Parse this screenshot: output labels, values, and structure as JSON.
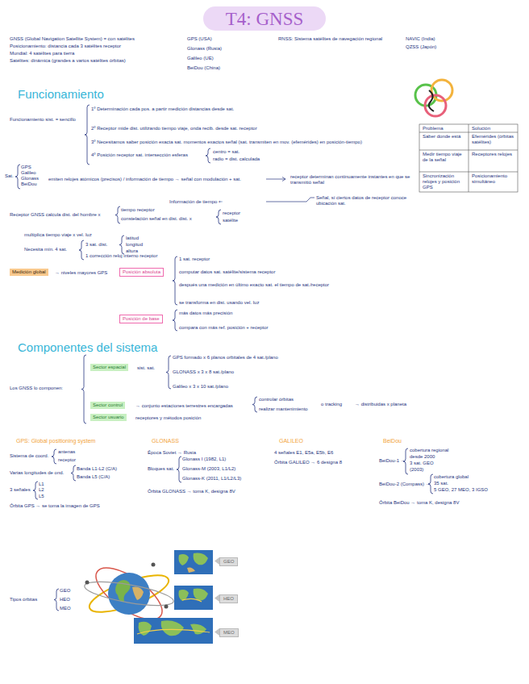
{
  "diagram": {
    "title": "T4: GNSS",
    "nodes": [
      {
        "text": [
          "Medición global"
        ]
      },
      {
        "text": [
          "Posición absoluta"
        ]
      },
      {
        "text": [
          "Posición de base"
        ]
      },
      {
        "text": [
          "Sector espacial"
        ]
      },
      {
        "text": [
          "Sector control"
        ]
      },
      {
        "text": [
          "Sector usuario"
        ]
      },
      {
        "text": [
          "GEO"
        ]
      },
      {
        "text": [
          "HEO"
        ]
      },
      {
        "text": [
          "MEO"
        ]
      }
    ],
    "labels": [
      "GNSS (Global Navigation Satellite System) = con satélites",
      "Posicionamiento: distancia cada 3 satélites receptor",
      "Mundial: 4 satélites para tierra",
      "Satélites: dinámica (grandes a varios satélites órbitas)",
      "GPS (USA)",
      "Glonass (Rusia)",
      "Galileo (UE)",
      "BeiDou (China)",
      "RNSS: Sistema satélites de navegación regional",
      "NAVIC (India)",
      "QZSS (Japón)",
      "Funcionamiento",
      "Funcionamiento sist. = sencillo",
      "1º Determinación cada pos. a partir medición distancias desde sat.",
      "2º Receptor mide dist. utilizando tiempo viaje, onda recib. desde sat. receptor",
      "3º Necesitamos saber posición exacta sat. momentos exactos señal (sat. transmiten en mov. (efemérides) en posición-tiempo)",
      "4º Posición receptor sat. intersección esferas",
      "centro = sat.",
      "radio = dist. calculada",
      "Problema",
      "Solución",
      "Saber donde está",
      "Efemérides (órbitas satélites)",
      "Medir tiempo viaje de la señal",
      "Receptores relojes",
      "Sincronización relojes y posición GPS",
      "Posicionamiento simultáneo",
      "Sat.",
      "GPS",
      "Galileo",
      "Glonass",
      "BeiDou",
      "emiten relojes atómicos (precisos) / información de tiempo → señal con modulación + sat.",
      "receptor determinan continuamente instantes en que se transmitió señal",
      "Información de tiempo ⇐",
      "Señal, sí ciertos datos de receptor conoce ubicación sat.",
      "Receptor GNSS calcula dist. del hombre x",
      "tiempo receptor",
      "constelación señal en dist. dist. x",
      "receptor",
      "satélite",
      "multiplica tiempo viaje x vel. luz",
      "Necesita mín. 4 sat.",
      "3 sat. dist.",
      "latitud",
      "longitud",
      "altura",
      "1 corrección reloj interno receptor",
      "→ niveles mayores GPS",
      "1 sat. receptor",
      "computar datos sat. satélite/sistema receptor",
      "después una medición en último exacto sat. el tiempo de sat./receptor",
      "se transforma en dist. usando vel. luz",
      "más datos más precisión",
      "compara con más ref. posición + receptor",
      "Componentes del sistema",
      "Los GNSS lo componen:",
      "sist. sat.",
      "GPS formado x 6 planos orbitales de 4 sat./plano",
      "GLONASS x 3 x 8 sat./plano",
      "Galileo x 3 x 10 sat./plano",
      "→ conjunto estaciones terrestres encargadas",
      "controlar órbitas",
      "realizar mantenimiento",
      "o tracking",
      "→ distribuidas x planeta",
      "receptores y métodos posición",
      "GPS: Global positioning system",
      "GLONASS",
      "GALILEO",
      "BeiDou",
      "Sistema de coord.",
      "antenas",
      "receptor",
      "Varias longitudes de ond.",
      "Banda L1-L2 (C/A)",
      "Banda L5 (C/A)",
      "3 señales",
      "L1",
      "L2",
      "L5",
      "Órbita GPS → se toma la imagen de GPS",
      "Época Soviet → Rusia",
      "Bloques sat.",
      "Glonass I (1982, L1)",
      "Glonass-M (2003, L1/L2)",
      "Glonass-K (2011, L1/L2/L3)",
      "Órbita GLONASS → toma K, designa 8V",
      "4 señales E1, E5a, E5b, E6",
      "Órbita GALILEO → 6 designa 8",
      "BeiDou-1 →",
      "cobertura regional",
      "desde 2000",
      "3 sat. GEO",
      "(2003)",
      "BeiDou-2 (Compass) →",
      "cobertura global",
      "35 sat.",
      "5 GEO, 27 MEO, 3 IGSO",
      "Órbita BeiDou → toma K, designa 8V",
      "Tipos órbitas",
      "GEO",
      "HEO",
      "MEO"
    ]
  }
}
